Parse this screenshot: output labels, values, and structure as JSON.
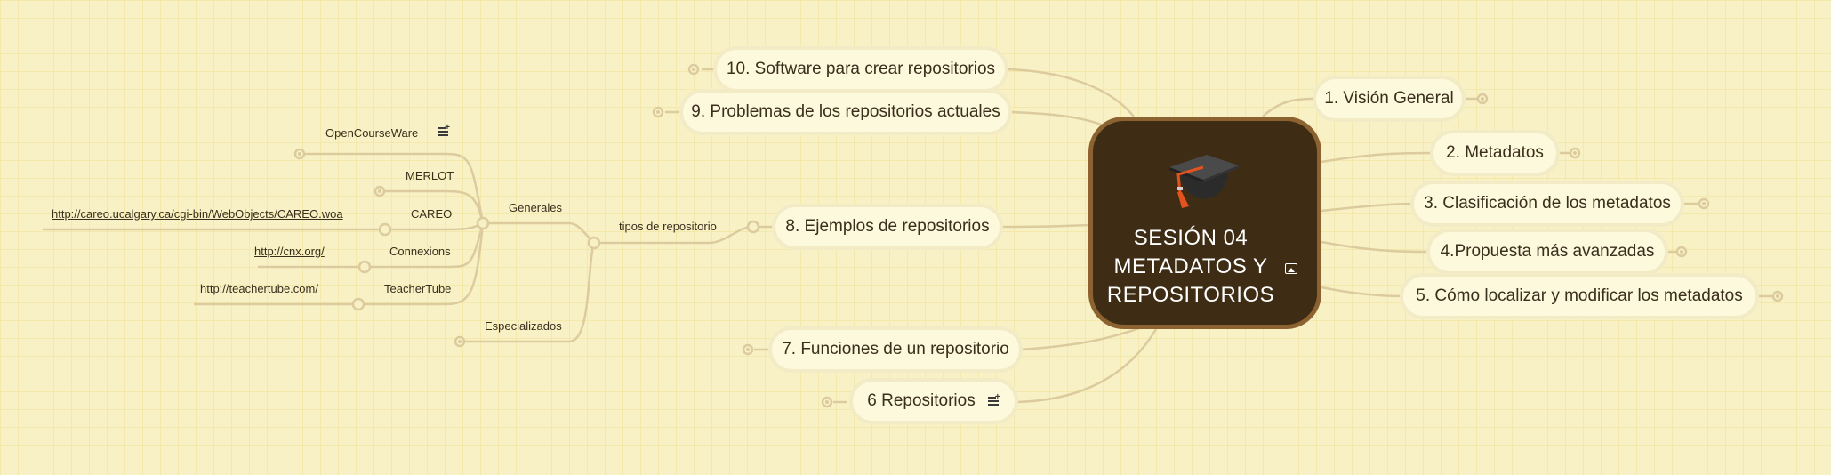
{
  "central": {
    "title_lines": [
      "SESIÓN 04",
      "METADATOS Y",
      "REPOSITORIOS"
    ],
    "icon": "graduation-cap-icon",
    "image_icon": "image-icon"
  },
  "right_branches": [
    {
      "label": "1. Visión General"
    },
    {
      "label": "2. Metadatos"
    },
    {
      "label": "3. Clasificación de los metadatos"
    },
    {
      "label": "4.Propuesta más avanzadas"
    },
    {
      "label": "5. Cómo localizar y modificar los metadatos"
    }
  ],
  "left_branches": [
    {
      "label": "10. Software para crear repositorios"
    },
    {
      "label": "9. Problemas de los repositorios actuales"
    },
    {
      "label": "8. Ejemplos de repositorios"
    },
    {
      "label": "7. Funciones de un repositorio"
    },
    {
      "label": "6 Repositorios",
      "has_note": true
    }
  ],
  "subtree": {
    "tipos": "tipos de repositorio",
    "generales": "Generales",
    "especializados": "Especializados",
    "items": [
      {
        "label": "OpenCourseWare",
        "has_note": true
      },
      {
        "label": "MERLOT"
      },
      {
        "label": "CAREO",
        "url": "http://careo.ucalgary.ca/cgi-bin/WebObjects/CAREO.woa"
      },
      {
        "label": "Connexions",
        "url": "http://cnx.org/"
      },
      {
        "label": "TeacherTube",
        "url": "http://teachertube.com/"
      }
    ]
  },
  "colors": {
    "background": "#f8f1c6",
    "central_fill": "#3e2d14",
    "central_border": "#8c6330",
    "pill_fill": "#fdf9dc",
    "connector": "#d9c99a"
  }
}
